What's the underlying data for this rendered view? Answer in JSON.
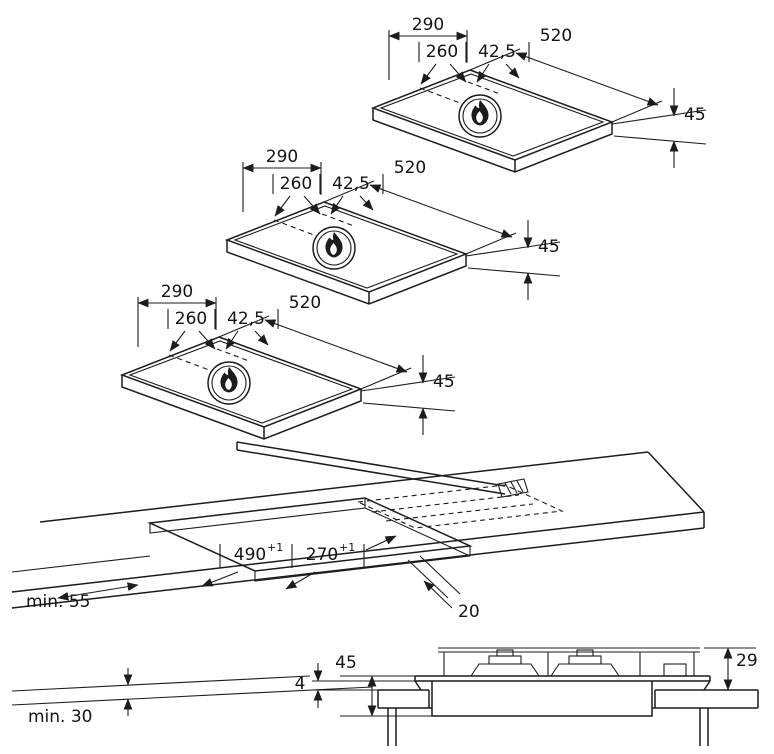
{
  "diagram": {
    "units": [
      {
        "width": "290",
        "cutout_width": "260",
        "offset": "42,5",
        "length": "520",
        "thickness": "45"
      },
      {
        "width": "290",
        "cutout_width": "260",
        "offset": "42,5",
        "length": "520",
        "thickness": "45"
      },
      {
        "width": "290",
        "cutout_width": "260",
        "offset": "42,5",
        "length": "520",
        "thickness": "45"
      }
    ],
    "worktop": {
      "cutout_length": "490",
      "cutout_length_tol": "+1",
      "cutout_depth": "270",
      "cutout_depth_tol": "+1",
      "side_clearance": "min. 55",
      "edge_gap": "20",
      "front_clearance": "min. 30"
    },
    "section": {
      "glass_gap": "4",
      "build_in_depth": "45",
      "height_above_worktop": "29"
    }
  },
  "colors": {
    "line": "#1c1c1c",
    "background": "#ffffff"
  }
}
